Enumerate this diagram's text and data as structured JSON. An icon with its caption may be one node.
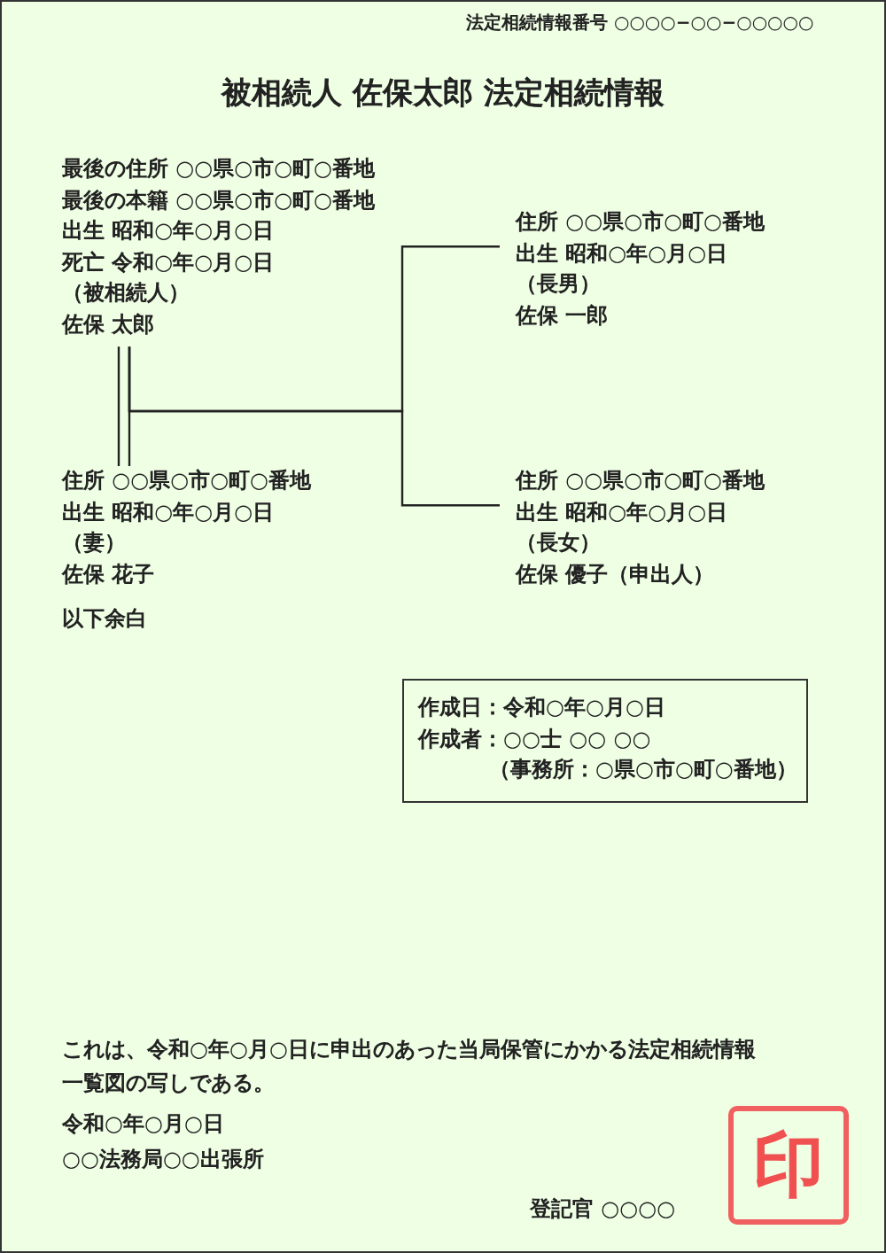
{
  "diagram": {
    "title": "被相続人 佐保太郎 法定相続情報",
    "nodes": [
      {
        "text": [
          "最後の住所 ○○県○市○町○番地",
          "最後の本籍 ○○県○市○町○番地",
          "出生 昭和○年○月○日",
          "死亡 令和○年○月○日",
          "（被相続人）",
          "佐保 太郎"
        ]
      },
      {
        "text": [
          "住所 ○○県○市○町○番地",
          "出生 昭和○年○月○日",
          "（妻）",
          "佐保 花子"
        ]
      },
      {
        "text": [
          "住所 ○○県○市○町○番地",
          "出生 昭和○年○月○日",
          "（長男）",
          "佐保 一郎"
        ]
      },
      {
        "text": [
          "住所 ○○県○市○町○番地",
          "出生 昭和○年○月○日",
          "（長女）",
          "佐保 優子（申出人）"
        ]
      },
      {
        "text": [
          "作成日：令和○年○月○日",
          "作成者：○○士 ○○ ○○",
          "（事務所：○県○市○町○番地）"
        ]
      },
      {
        "text": [
          "印"
        ]
      }
    ],
    "edges": [
      {
        "from": 0,
        "to": 1,
        "arrow": "none"
      },
      {
        "from": 0,
        "to": 2,
        "arrow": "none"
      },
      {
        "from": 0,
        "to": 3,
        "arrow": "none"
      }
    ],
    "labels": [
      "法定相続情報番号 ○○○○−○○−○○○○○",
      "以下余白",
      "これは、令和○年○月○日に申出のあった当局保管にかかる法定相続情報一覧図の写しである。",
      "令和○年○月○日",
      "○○法務局○○出張所",
      "登記官 ○○○○"
    ]
  }
}
